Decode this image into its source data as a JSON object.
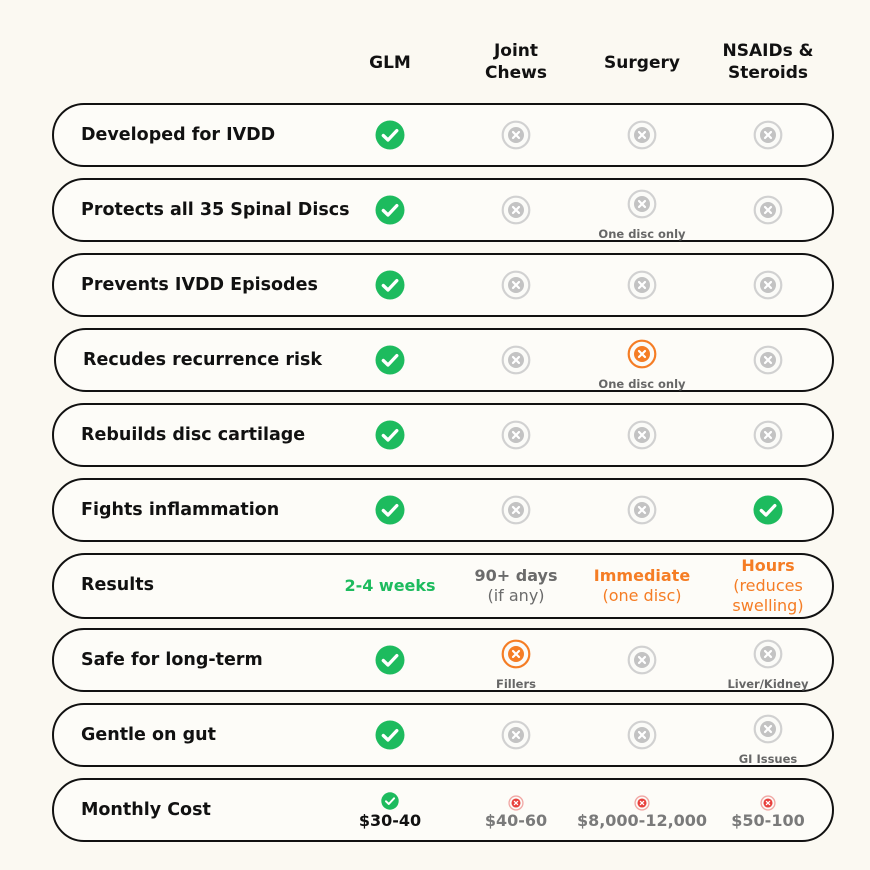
{
  "columns": [
    {
      "lines": [
        "GLM"
      ]
    },
    {
      "lines": [
        "Joint",
        "Chews"
      ]
    },
    {
      "lines": [
        "Surgery"
      ]
    },
    {
      "lines": [
        "NSAIDs &",
        "Steroids"
      ]
    }
  ],
  "rows": [
    {
      "label": "Developed for IVDD",
      "cells": [
        {
          "icon": "check"
        },
        {
          "icon": "cross-gray"
        },
        {
          "icon": "cross-gray"
        },
        {
          "icon": "cross-gray"
        }
      ]
    },
    {
      "label": "Protects all 35 Spinal Discs",
      "cells": [
        {
          "icon": "check"
        },
        {
          "icon": "cross-gray"
        },
        {
          "icon": "cross-gray",
          "note": "One disc only"
        },
        {
          "icon": "cross-gray"
        }
      ]
    },
    {
      "label": "Prevents IVDD Episodes",
      "cells": [
        {
          "icon": "check"
        },
        {
          "icon": "cross-gray"
        },
        {
          "icon": "cross-gray"
        },
        {
          "icon": "cross-gray"
        }
      ]
    },
    {
      "label": "Recudes recurrence risk",
      "cells": [
        {
          "icon": "check"
        },
        {
          "icon": "cross-gray"
        },
        {
          "icon": "cross-orange",
          "note": "One disc only"
        },
        {
          "icon": "cross-gray"
        }
      ]
    },
    {
      "label": "Rebuilds disc cartilage",
      "cells": [
        {
          "icon": "check"
        },
        {
          "icon": "cross-gray"
        },
        {
          "icon": "cross-gray"
        },
        {
          "icon": "cross-gray"
        }
      ]
    },
    {
      "label": "Fights inflammation",
      "cells": [
        {
          "icon": "check"
        },
        {
          "icon": "cross-gray"
        },
        {
          "icon": "cross-gray"
        },
        {
          "icon": "check"
        }
      ]
    },
    {
      "label": "Results",
      "cells": [
        {
          "bold": "2-4 weeks",
          "color": "green"
        },
        {
          "bold": "90+ days",
          "normal": "(if any)",
          "color": "gray"
        },
        {
          "bold": "Immediate",
          "normal": "(one disc)",
          "color": "orange"
        },
        {
          "bold": "Hours",
          "normal": "(reduces swelling)",
          "color": "orange"
        }
      ]
    },
    {
      "label": "Safe for long-term",
      "cells": [
        {
          "icon": "check"
        },
        {
          "icon": "cross-orange",
          "note": "Fillers"
        },
        {
          "icon": "cross-gray"
        },
        {
          "icon": "cross-gray",
          "note": "Liver/Kidney"
        }
      ]
    },
    {
      "label": "Gentle on gut",
      "cells": [
        {
          "icon": "check"
        },
        {
          "icon": "cross-gray"
        },
        {
          "icon": "cross-gray"
        },
        {
          "icon": "cross-gray",
          "note": "GI Issues"
        }
      ]
    },
    {
      "label": "Monthly Cost",
      "cells": [
        {
          "cost_icon": "check",
          "cost": "$30-40"
        },
        {
          "cost_icon": "cross-red",
          "cost": "$40-60"
        },
        {
          "cost_icon": "cross-red",
          "cost": "$8,000-12,000"
        },
        {
          "cost_icon": "cross-red",
          "cost": "$50-100"
        }
      ]
    }
  ],
  "colors": {
    "green": "#1dbb5e",
    "gray": "#c9c9c9",
    "orange": "#f57d25",
    "red": "#e8413d"
  }
}
